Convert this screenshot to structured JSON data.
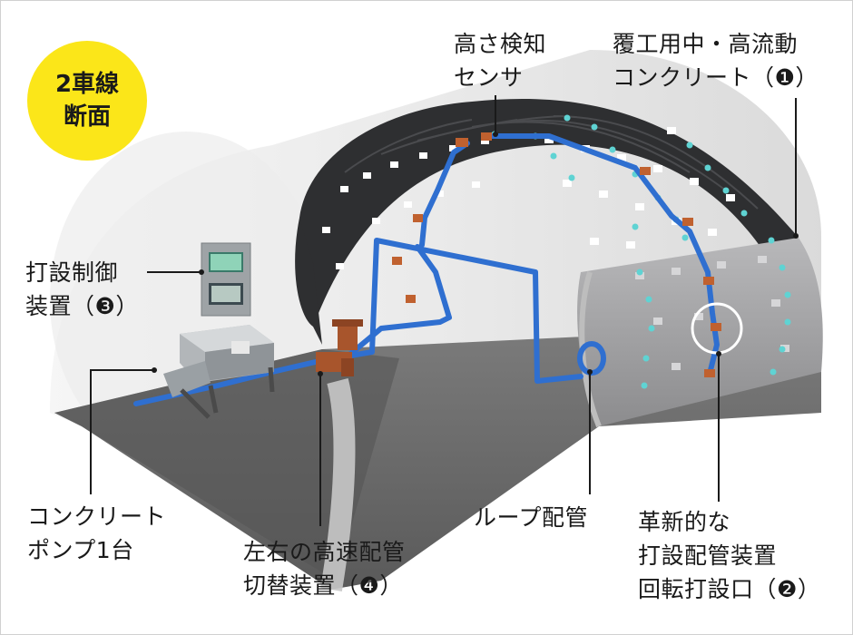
{
  "badge": {
    "line1": "2車線",
    "line2": "断面"
  },
  "labels": {
    "height_sensor": {
      "line1": "高さ検知",
      "line2": "センサ"
    },
    "concrete": {
      "line1": "覆工用中・高流動",
      "line2": "コンクリート（❶）"
    },
    "control_device": {
      "line1": "打設制御",
      "line2": "装置（❸）"
    },
    "pump": {
      "line1": "コンクリート",
      "line2": "ポンプ1台"
    },
    "switching_device": {
      "line1": "左右の高速配管",
      "line2": "切替装置（❹）"
    },
    "loop_pipe": {
      "line1": "ループ配管"
    },
    "rotary_port": {
      "line1": "革新的な",
      "line2": "打設配管装置",
      "line3": "回転打設口（❷）"
    }
  },
  "colors": {
    "badge": "#fbe619",
    "pipe": "#2f6fd0",
    "fitting": "#b5542a",
    "sensor_dot": "#5fd3d3",
    "form_dark": "#2e2f31",
    "form_light": "#9a9a9c",
    "floor": "#6b6b6b"
  }
}
